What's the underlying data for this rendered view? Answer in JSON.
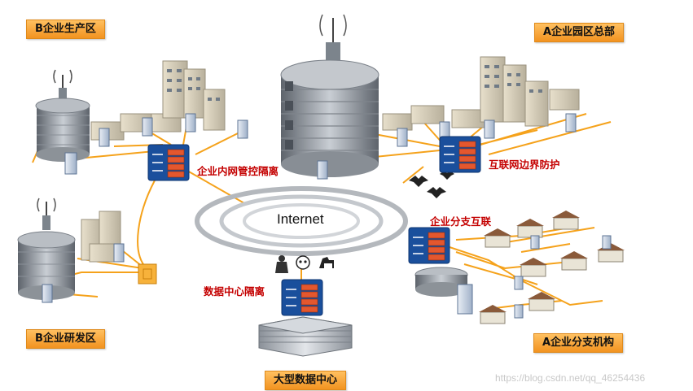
{
  "regions": {
    "b_production": "B企业生产区",
    "a_headquarters": "A企业园区总部",
    "b_rnd": "B企业研发区",
    "a_branches": "A企业分支机构",
    "datacenter": "大型数据中心"
  },
  "center_label": "Internet",
  "firewall_labels": {
    "intranet": "企业内网管控隔离",
    "border": "互联网边界防护",
    "branch": "企业分支互联",
    "datacenter": "数据中心隔离"
  },
  "watermark": "https://blog.csdn.net/qq_46254436",
  "colors": {
    "link": "#f5a21b",
    "firewall_bg": "#1a4f9c",
    "brick": "#e4572e",
    "label_red": "#c40000",
    "tag_orange": "#f29320"
  }
}
